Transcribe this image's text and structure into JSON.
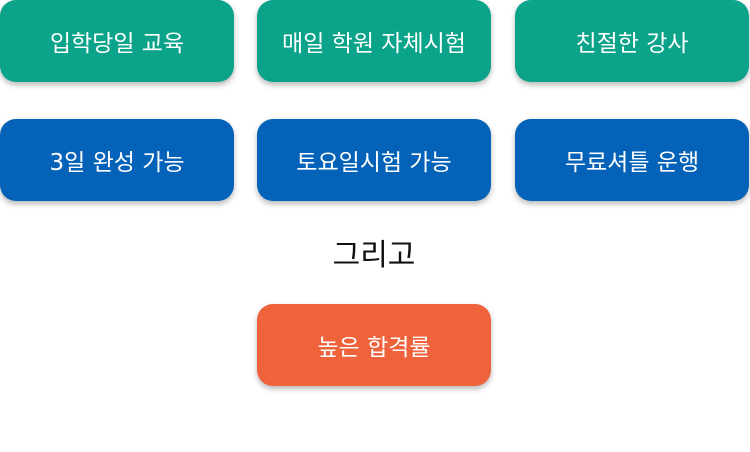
{
  "features_row1": [
    {
      "label": "입학당일 교육"
    },
    {
      "label": "매일 학원 자체시험"
    },
    {
      "label": "친절한 강사"
    }
  ],
  "features_row2": [
    {
      "label": "3일 완성 가능"
    },
    {
      "label": "토요일시험 가능"
    },
    {
      "label": "무료셔틀 운행"
    }
  ],
  "connector": "그리고",
  "highlight": {
    "label": "높은 합격률"
  },
  "colors": {
    "green": "#0ba389",
    "blue": "#0463b8",
    "orange": "#ee623c"
  }
}
